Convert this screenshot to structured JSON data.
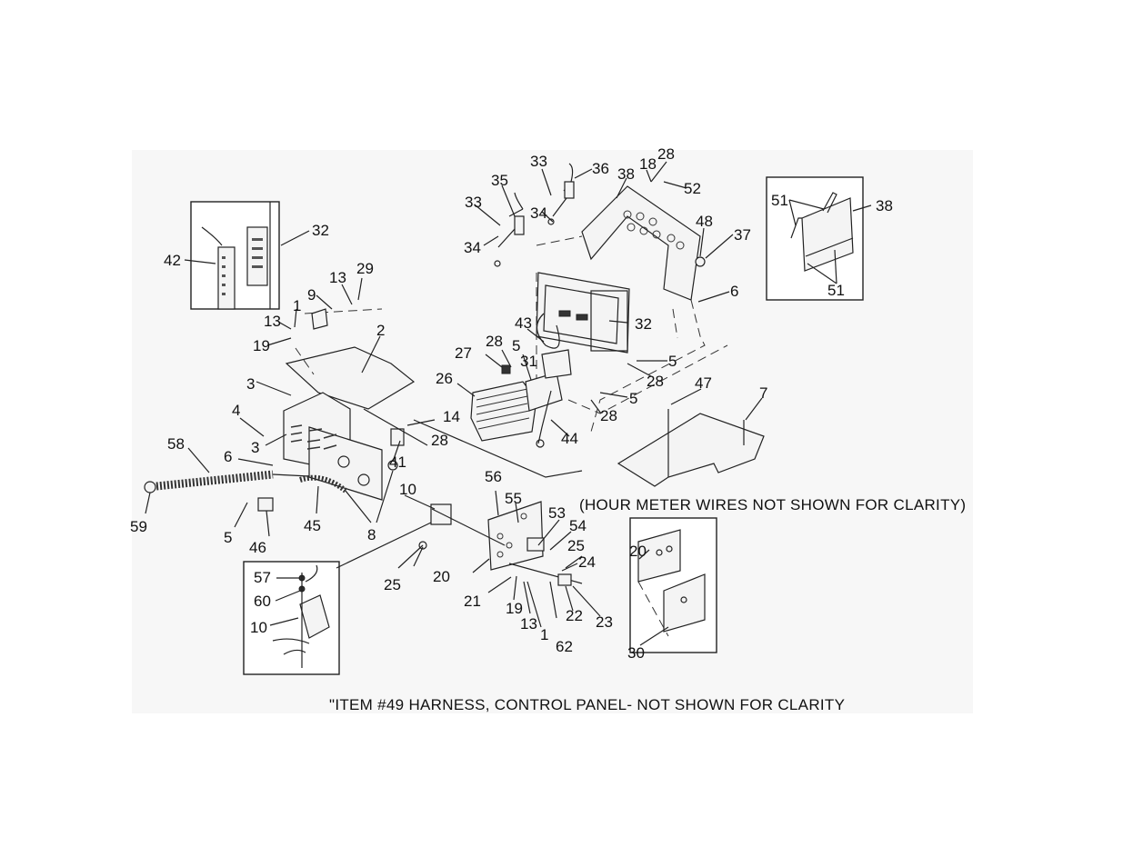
{
  "notes": {
    "hour_meter": "(HOUR METER WIRES NOT SHOWN FOR CLARITY)",
    "item49": "\"ITEM #49 HARNESS, CONTROL PANEL- NOT SHOWN FOR CLARITY"
  },
  "callouts": [
    "1",
    "2",
    "3",
    "4",
    "5",
    "6",
    "7",
    "8",
    "9",
    "10",
    "13",
    "14",
    "18",
    "19",
    "20",
    "21",
    "22",
    "23",
    "24",
    "25",
    "26",
    "27",
    "28",
    "29",
    "30",
    "31",
    "32",
    "33",
    "34",
    "35",
    "36",
    "37",
    "38",
    "41",
    "42",
    "43",
    "44",
    "45",
    "46",
    "47",
    "48",
    "51",
    "52",
    "53",
    "54",
    "55",
    "56",
    "57",
    "58",
    "59",
    "60",
    "62"
  ]
}
